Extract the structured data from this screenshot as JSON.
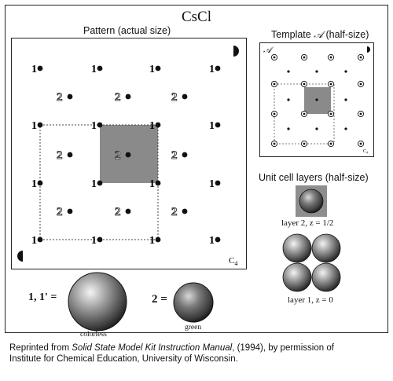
{
  "title": "CsCl",
  "pattern": {
    "heading": "Pattern (actual size)",
    "corner_code": "C",
    "corner_code_sub": "4",
    "site_label_1": "1",
    "site_label_2": "2"
  },
  "template": {
    "heading_prefix": "Template ",
    "heading_symbol": "𝒜",
    "heading_suffix": " (half-size)",
    "corner_symbol": "𝒜",
    "corner_code": "C",
    "corner_code_sub": "4"
  },
  "unit_cell": {
    "heading": "Unit cell layers (half-size)",
    "layer2_label": "layer 2, z = 1/2",
    "layer1_label": "layer 1, z = 0"
  },
  "legend": {
    "label_1": "1, 1' =",
    "color_1": "colorless",
    "label_2": "2 =",
    "color_2": "green"
  },
  "footer": {
    "line1_prefix": "Reprinted from ",
    "line1_title": "Solid State Model Kit Instruction Manual",
    "line1_suffix": ", (1994), by permission of",
    "line2": "Institute for Chemical Education, University of Wisconsin."
  }
}
